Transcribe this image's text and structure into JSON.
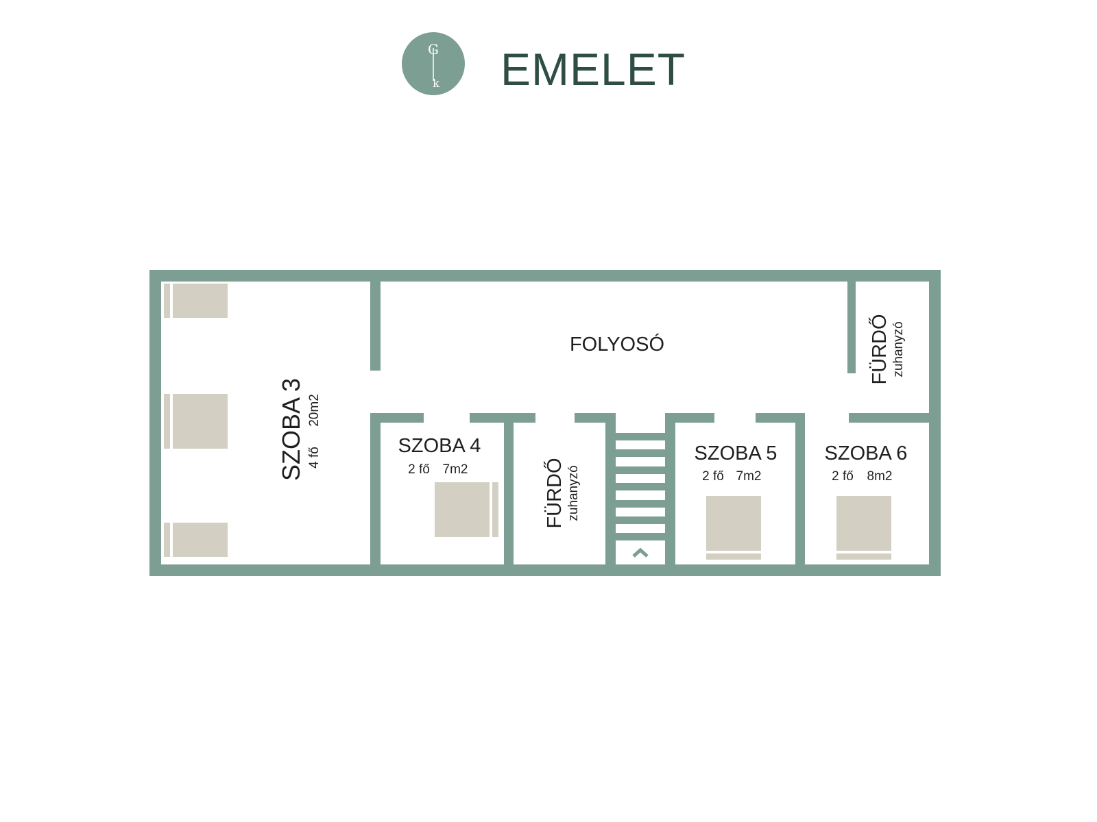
{
  "header": {
    "title": "EMELET",
    "logo_letters": [
      "G",
      "k"
    ],
    "logo_color": "#7d9e92"
  },
  "floorplan": {
    "wall_color": "#7d9e92",
    "bed_color": "#d3cfc3",
    "text_color": "#1f1f1f",
    "corridor": {
      "name": "FOLYOSÓ"
    },
    "rooms": [
      {
        "id": "szoba3",
        "name": "SZOBA 3",
        "capacity": "4 fő",
        "area": "20m2"
      },
      {
        "id": "szoba4",
        "name": "SZOBA 4",
        "capacity": "2 fő",
        "area": "7m2"
      },
      {
        "id": "szoba5",
        "name": "SZOBA 5",
        "capacity": "2 fő",
        "area": "7m2"
      },
      {
        "id": "szoba6",
        "name": "SZOBA 6",
        "capacity": "2 fő",
        "area": "8m2"
      }
    ],
    "bathrooms": [
      {
        "id": "furdo-middle",
        "name": "FÜRDŐ",
        "note": "zuhanyzó"
      },
      {
        "id": "furdo-right",
        "name": "FÜRDŐ",
        "note": "zuhanyzó"
      }
    ],
    "stairs": {
      "icon": "chevron-up-icon"
    }
  }
}
